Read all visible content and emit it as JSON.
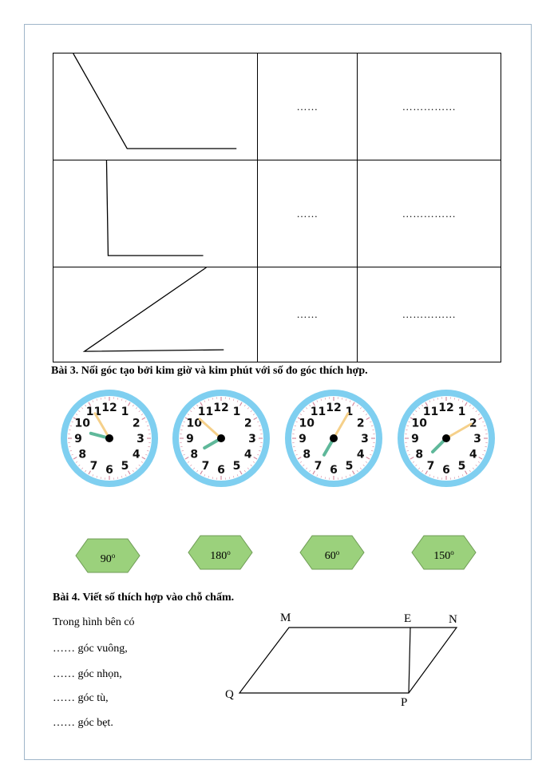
{
  "table": {
    "rows": [
      {
        "col2": "……",
        "col3": "……………"
      },
      {
        "col2": "……",
        "col3": "……………"
      },
      {
        "col2": "……",
        "col3": "……………"
      }
    ]
  },
  "bai3": {
    "heading": "Bài 3. Nối góc tạo bởi kim giờ và kim phút với số đo góc thích hợp.",
    "clock_numbers": [
      "12",
      "1",
      "2",
      "3",
      "4",
      "5",
      "6",
      "7",
      "8",
      "9",
      "10",
      "11"
    ],
    "hexagons": [
      {
        "value": "90",
        "unit": "o"
      },
      {
        "value": "180",
        "unit": "o"
      },
      {
        "value": "60",
        "unit": "o"
      },
      {
        "value": "150",
        "unit": "o"
      }
    ],
    "colors": {
      "clock_ring": "#7fcff0",
      "hour_hand": "#5fb89a",
      "minute_hand": "#f5d08a",
      "hexagon_fill": "#9bd17c",
      "hexagon_stroke": "#6f9c56"
    }
  },
  "bai4": {
    "heading": "Bài 4. Viết số thích hợp vào chỗ chấm.",
    "lines": [
      "Trong hình bên có",
      "…… góc vuông,",
      "…… góc nhọn,",
      "…… góc tù,",
      "…… góc bẹt."
    ],
    "labels": {
      "M": "M",
      "E": "E",
      "N": "N",
      "Q": "Q",
      "P": "P"
    }
  }
}
